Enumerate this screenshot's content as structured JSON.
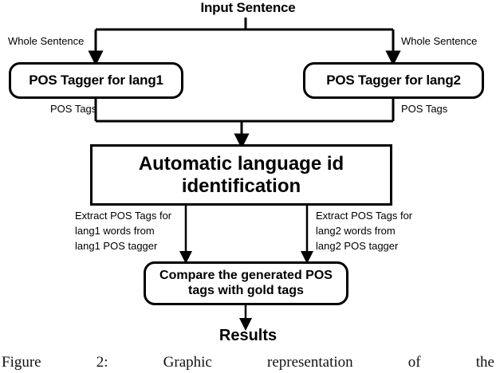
{
  "figure": {
    "type": "flowchart",
    "caption": "Figure 2:  Graphic representation of the",
    "caption_words": [
      "Figure",
      "2:",
      "Graphic",
      "representation",
      "of",
      "the"
    ]
  },
  "nodes": {
    "input_sentence": "Input Sentence",
    "pos_tagger_lang1": "POS Tagger for lang1",
    "pos_tagger_lang2": "POS Tagger for lang2",
    "language_id": "Automatic language id identification",
    "compare": "Compare the generated POS tags with gold tags",
    "results": "Results"
  },
  "edge_labels": {
    "whole_sentence_left": "Whole Sentence",
    "whole_sentence_right": "Whole Sentence",
    "pos_tags_left": "POS Tags",
    "pos_tags_right": "POS Tags",
    "extract_left": "Extract POS Tags for\nlang1 words from\nlang1 POS tagger",
    "extract_right": "Extract POS Tags for\nlang2 words from\nlang2 POS tagger"
  },
  "style": {
    "stroke": "#000000",
    "background": "#ffffff",
    "text": "#000000",
    "stroke_width": 3
  }
}
